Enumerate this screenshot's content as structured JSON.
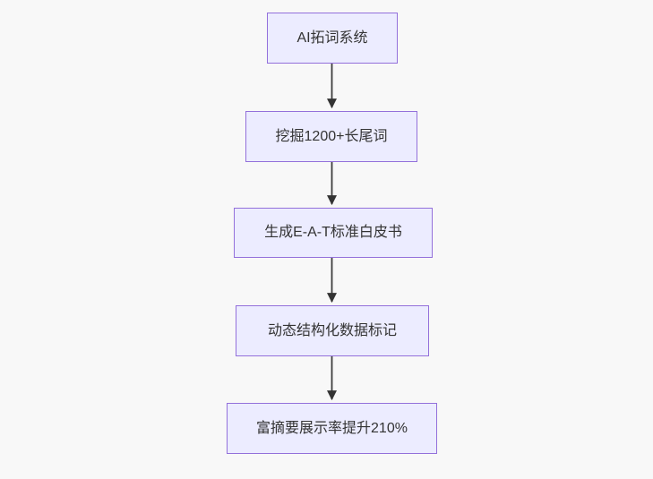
{
  "diagram": {
    "type": "flowchart",
    "direction": "top-down",
    "nodes": [
      {
        "id": "n1",
        "label": "AI拓词系统"
      },
      {
        "id": "n2",
        "label": "挖掘1200+长尾词"
      },
      {
        "id": "n3",
        "label": "生成E-A-T标准白皮书"
      },
      {
        "id": "n4",
        "label": "动态结构化数据标记"
      },
      {
        "id": "n5",
        "label": "富摘要展示率提升210%"
      }
    ],
    "edges": [
      {
        "from": "n1",
        "to": "n2"
      },
      {
        "from": "n2",
        "to": "n3"
      },
      {
        "from": "n3",
        "to": "n4"
      },
      {
        "from": "n4",
        "to": "n5"
      }
    ],
    "colors": {
      "background": "#f8f8f8",
      "node_fill": "#ececff",
      "node_border": "#9370db",
      "node_text": "#333333",
      "arrow": "#3d3d3d"
    }
  }
}
